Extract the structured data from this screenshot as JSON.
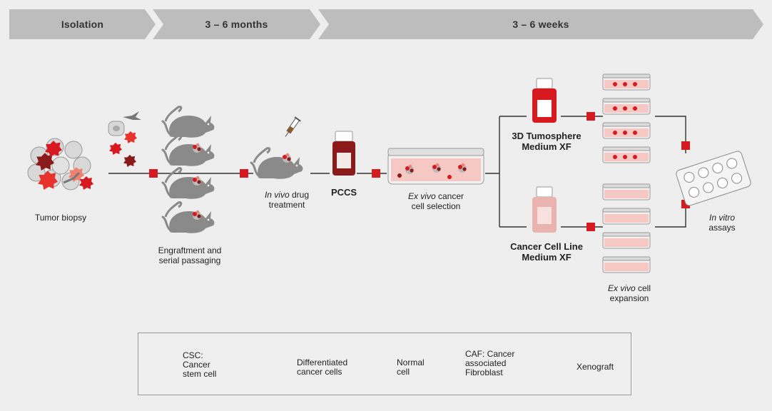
{
  "phases": [
    {
      "label": "Isolation"
    },
    {
      "label": "3 – 6 months"
    },
    {
      "label": "3 – 6 weeks"
    }
  ],
  "steps": {
    "tumor_biopsy": "Tumor biopsy",
    "engraftment_line1": "Engraftment and",
    "engraftment_line2": "serial passaging",
    "in_vivo_em": "In vivo",
    "in_vivo_rest": " drug",
    "treatment": "treatment",
    "pccs": "PCCS",
    "ex_vivo_em": "Ex vivo",
    "ex_vivo_rest": " cancer",
    "cell_selection": "cell selection",
    "tumosphere_line1": "3D Tumosphere",
    "tumosphere_line2": "Medium XF",
    "cell_line_line1": "Cancer Cell Line",
    "cell_line_line2": "Medium XF",
    "expansion_em": "Ex vivo",
    "expansion_rest": " cell",
    "expansion_line2": "expansion",
    "in_vitro_em": "In vitro",
    "assays": "assays"
  },
  "legend": {
    "csc_line1": "CSC:",
    "csc_line2": "Cancer",
    "csc_line3": "stem cell",
    "diff_line1": "Differentiated",
    "diff_line2": "cancer cells",
    "normal_line1": "Normal",
    "normal_line2": "cell",
    "caf_line1": "CAF: Cancer",
    "caf_line2": "associated",
    "caf_line3": "Fibroblast",
    "xenograft": "Xenograft"
  },
  "colors": {
    "marker": "#d71920",
    "csc": "#8b1a1a",
    "differentiated": "#e8332c",
    "differentiated_light": "#f08070",
    "mouse": "#8a8a8a",
    "phase_bar": "#bdbdbd",
    "bottle_dark": "#8b1a1a",
    "bottle_red": "#d71920",
    "bottle_pink": "#e9b4b0"
  }
}
